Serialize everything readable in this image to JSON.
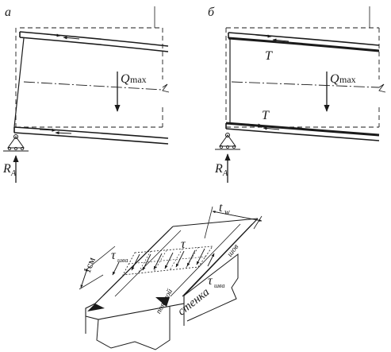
{
  "panel_a": {
    "label": "а",
    "load": {
      "symbol": "Q",
      "subscript": "max"
    },
    "reaction": {
      "symbol": "R",
      "subscript": "A"
    }
  },
  "panel_b": {
    "label": "б",
    "flange_force_top": "T",
    "flange_force_bottom": "T",
    "load": {
      "symbol": "Q",
      "subscript": "max"
    },
    "reaction": {
      "symbol": "R",
      "subscript": "A"
    }
  },
  "weld_detail": {
    "web_thickness": {
      "symbol": "t",
      "subscript": "w"
    },
    "length_dimension": "1см",
    "shear_stress": "τ",
    "weld_stress_left": {
      "symbol": "τ",
      "subscript": "шва"
    },
    "weld_stress_right": {
      "symbol": "τ",
      "subscript": "шва"
    },
    "label_weld": "шов",
    "label_flange": "поясной",
    "label_web": "стенка"
  },
  "colors": {
    "ink": "#1a1a1a",
    "background": "#ffffff"
  }
}
